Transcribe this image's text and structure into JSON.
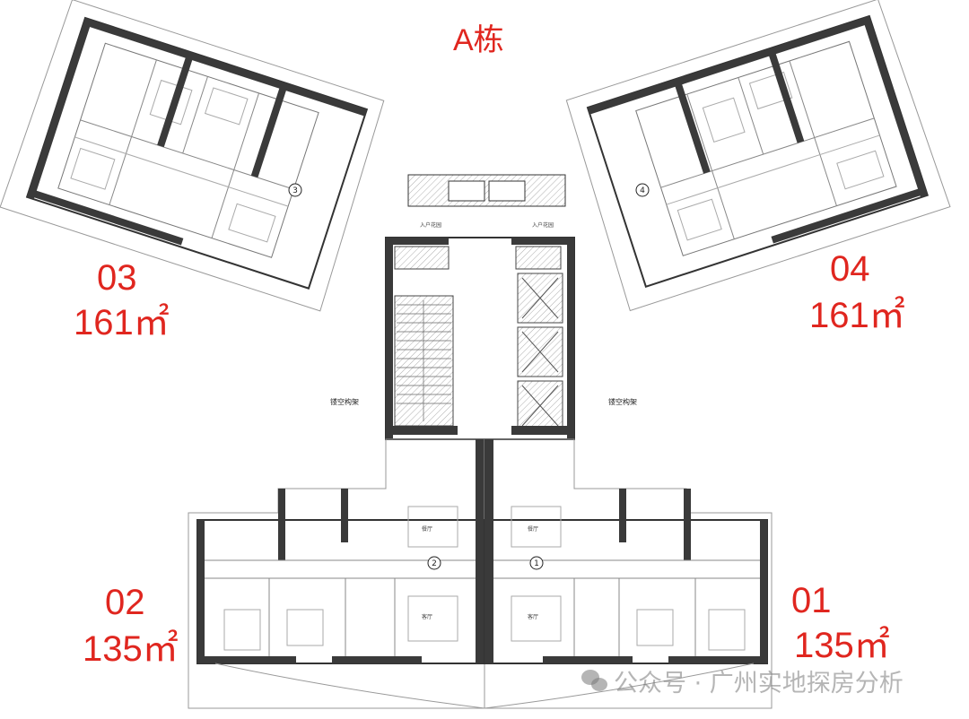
{
  "building_title": "A栋",
  "units": [
    {
      "id": "03",
      "area": "161㎡",
      "marker": "3"
    },
    {
      "id": "04",
      "area": "161㎡",
      "marker": "4"
    },
    {
      "id": "02",
      "area": "135㎡",
      "marker": "2"
    },
    {
      "id": "01",
      "area": "135㎡",
      "marker": "1"
    }
  ],
  "core_labels": {
    "entry_garden": "入户花园",
    "open_frame": "镂空构架",
    "dining": "餐厅",
    "living": "客厅"
  },
  "watermark": "公众号 · 广州实地探房分析",
  "colors": {
    "label": "#e0261f",
    "wall": "#3a3a3a"
  }
}
